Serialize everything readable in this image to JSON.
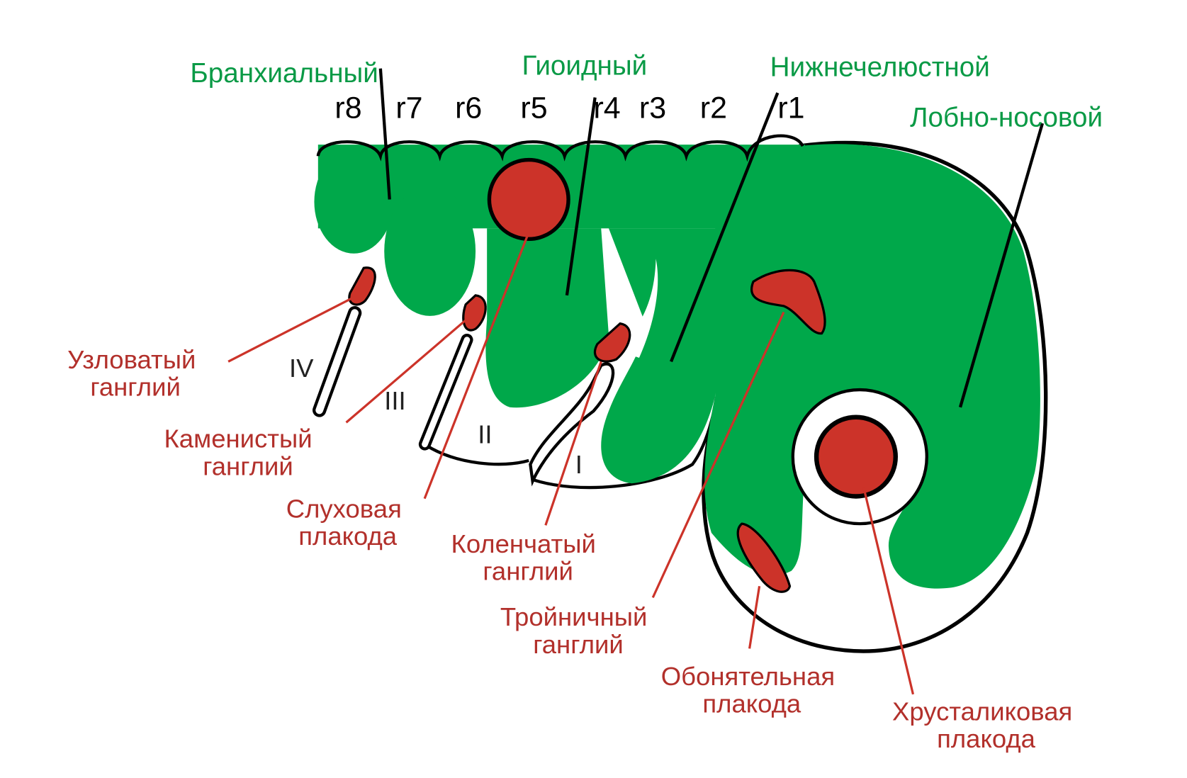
{
  "arches": {
    "branchial": "Бранхиальный",
    "hyoid": "Гиоидный",
    "mandibular": "Нижнечелюстной",
    "frontonasal": "Лобно-носовой"
  },
  "rhombomeres": [
    "r8",
    "r7",
    "r6",
    "r5",
    "r4",
    "r3",
    "r2",
    "r1"
  ],
  "arch_numerals": [
    "IV",
    "III",
    "II",
    "I"
  ],
  "structures": {
    "nodose": [
      "Узловатый",
      "ганглий"
    ],
    "petrosal": [
      "Каменистый",
      "ганглий"
    ],
    "otic": [
      "Слуховая",
      "плакода"
    ],
    "geniculate": [
      "Коленчатый",
      "ганглий"
    ],
    "trigeminal": [
      "Тройничный",
      "ганглий"
    ],
    "olfactory": [
      "Обонятельная",
      "плакода"
    ],
    "lens": [
      "Хрусталиковая",
      "плакода"
    ]
  },
  "colors": {
    "green": "#00a84a",
    "red": "#cc3329",
    "label_green": "#0a9a46",
    "label_red": "#b2302b"
  }
}
